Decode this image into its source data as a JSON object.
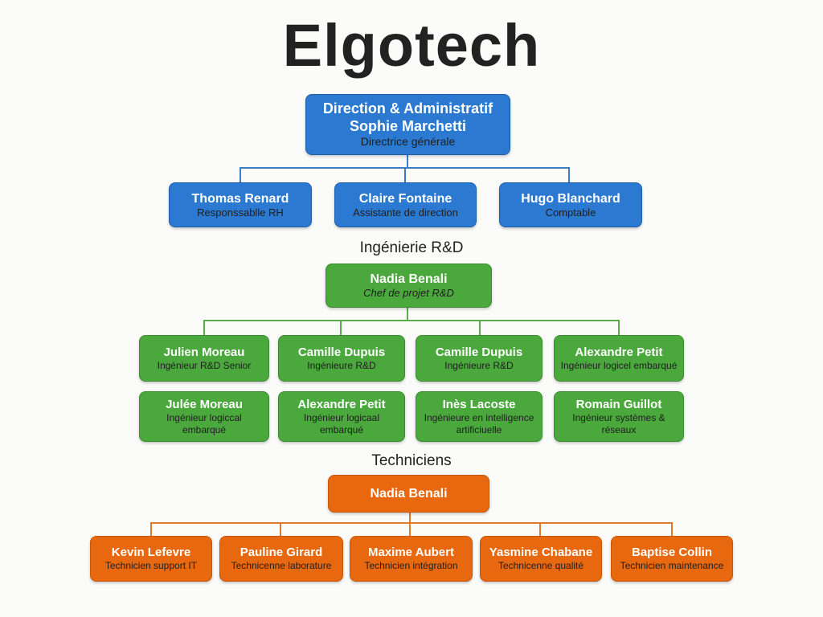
{
  "title": "Elgotech",
  "direction": {
    "head": {
      "dept": "Direction & Administratif",
      "name": "Sophie Marchetti",
      "role": "Directrice générale"
    },
    "members": [
      {
        "name": "Thomas Renard",
        "role": "Responssablle RH"
      },
      {
        "name": "Claire Fontaine",
        "role": "Assistante de direction"
      },
      {
        "name": "Hugo Blanchard",
        "role": "Comptable"
      }
    ]
  },
  "rd": {
    "label": "Ingénierie R&D",
    "head": {
      "name": "Nadia Benali",
      "role": "Chef de projet R&D"
    },
    "members": [
      {
        "name": "Julien Moreau",
        "role": "Ingénieur R&D Senior"
      },
      {
        "name": "Camille Dupuis",
        "role": "Ingénieure R&D"
      },
      {
        "name": "Camille Dupuis",
        "role": "Ingénieure R&D"
      },
      {
        "name": "Alexandre Petit",
        "role": "Ingénieur logicel embarqué"
      },
      {
        "name": "Julée Moreau",
        "role": "Ingénieur logiccal embarqué"
      },
      {
        "name": "Alexandre Petit",
        "role": "Ingénieur logicaal embarqué"
      },
      {
        "name": "Inès Lacoste",
        "role": "Ingénieure en intelligence artificiuelle"
      },
      {
        "name": "Romain Guillot",
        "role": "Ingénieur systèmes & réseaux"
      }
    ]
  },
  "tech": {
    "label": "Techniciens",
    "head": {
      "name": "Nadia Benali"
    },
    "members": [
      {
        "name": "Kevin Lefevre",
        "role": "Technicien support IT"
      },
      {
        "name": "Pauline Girard",
        "role": "Technicenne laborature"
      },
      {
        "name": "Maxime Aubert",
        "role": "Technicien intégration"
      },
      {
        "name": "Yasmine Chabane",
        "role": "Technicenne qualité"
      },
      {
        "name": "Baptise Collin",
        "role": "Technicien maintenance"
      }
    ]
  },
  "colors": {
    "blue": "#2b79d0",
    "green": "#4aa83c",
    "orange": "#e8680f"
  }
}
